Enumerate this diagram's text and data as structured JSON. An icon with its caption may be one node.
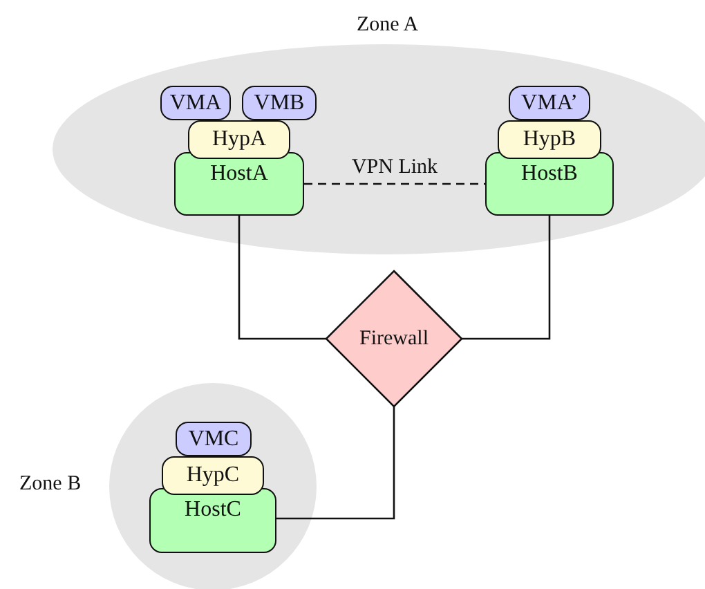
{
  "diagram": {
    "nodes": [
      {
        "text": [
          "Zone A"
        ]
      },
      {
        "text": [
          "VMA"
        ],
        "in": 0
      },
      {
        "text": [
          "VMB"
        ],
        "in": 0
      },
      {
        "text": [
          "HypA"
        ],
        "in": 0
      },
      {
        "text": [
          "HostA"
        ],
        "in": 0
      },
      {
        "text": [
          "VMA’"
        ],
        "in": 0
      },
      {
        "text": [
          "HypB"
        ],
        "in": 0
      },
      {
        "text": [
          "HostB"
        ],
        "in": 0
      },
      {
        "text": [
          "Firewall"
        ]
      },
      {
        "text": [
          "Zone B"
        ]
      },
      {
        "text": [
          "VMC"
        ],
        "in": 9
      },
      {
        "text": [
          "HypC"
        ],
        "in": 9
      },
      {
        "text": [
          "HostC"
        ],
        "in": 9
      }
    ],
    "edges": [
      {
        "from": 4,
        "to": 7,
        "arrow": "none",
        "label": "VPN Link",
        "style": "dashed"
      },
      {
        "from": 4,
        "to": 8,
        "arrow": "none"
      },
      {
        "from": 7,
        "to": 8,
        "arrow": "none"
      },
      {
        "from": 8,
        "to": 12,
        "arrow": "none"
      }
    ]
  }
}
